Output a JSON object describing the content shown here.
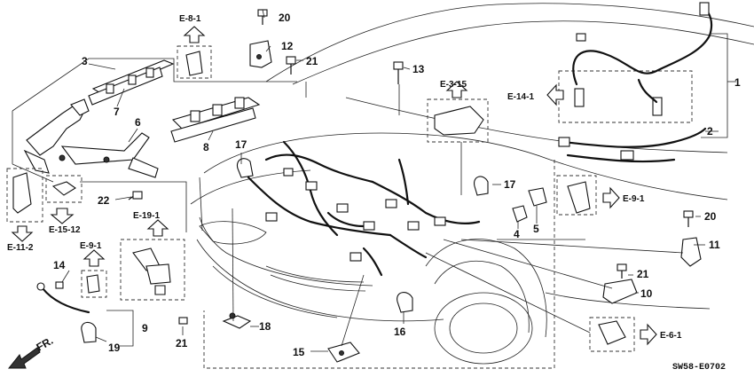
{
  "diagram": {
    "callouts": {
      "c1": "1",
      "c2": "2",
      "c3": "3",
      "c4": "4",
      "c5": "5",
      "c6": "6",
      "c7": "7",
      "c8": "8",
      "c9": "9",
      "c10": "10",
      "c11": "11",
      "c12": "12",
      "c13": "13",
      "c14": "14",
      "c15": "15",
      "c16": "16",
      "c17a": "17",
      "c17b": "17",
      "c18": "18",
      "c19": "19",
      "c20a": "20",
      "c20b": "20",
      "c21a": "21",
      "c21b": "21",
      "c21c": "21",
      "c22": "22"
    },
    "refs": {
      "e_8_1": "E-8-1",
      "e_3_15": "E-3-15",
      "e_14_1": "E-14-1",
      "e_9_1_right": "E-9-1",
      "e_19_1": "E-19-1",
      "e_9_1_left": "E-9-1",
      "e_15_12": "E-15-12",
      "e_11_2": "E-11-2",
      "e_6_1": "E-6-1"
    },
    "front_label": "FR.",
    "diagram_code": "SW58-E0702"
  }
}
